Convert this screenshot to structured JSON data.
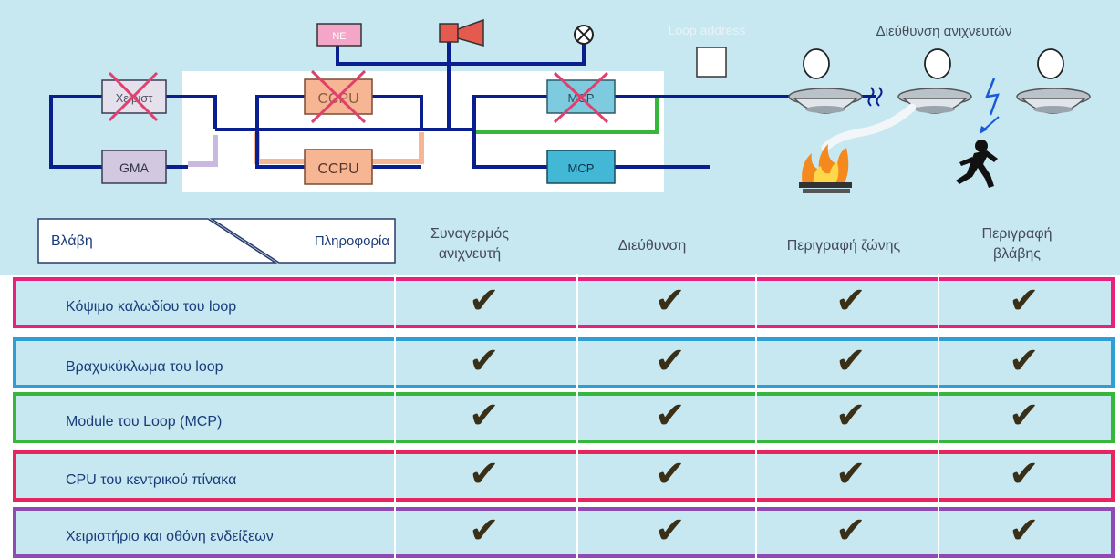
{
  "diagram": {
    "labels": {
      "manual_panel": "Χειριστ",
      "gma": "GMA",
      "ccpu_top": "CCPU",
      "ccpu_bottom": "CCPU",
      "mcp_top": "MCP",
      "mcp_bottom": "MCP",
      "ne_box": "NE",
      "loop_address": "Loop address",
      "detector_address": "Διεύθυνση ανιχνευτών"
    },
    "colors": {
      "line": "#0a1f8f",
      "background": "#c7e8f1",
      "cross": "#e0406e",
      "green": "#36b63a",
      "ccpu_fill": "#f7b693",
      "gma_fill": "#d2c8e0",
      "mcp_fill": "#43b8d6"
    }
  },
  "table": {
    "corner": {
      "left": "Βλάβη",
      "right": "Πληροφορία"
    },
    "columns": [
      "Συναγερμός ανιχνευτή",
      "Διεύθυνση",
      "Περιγραφή ζώνης",
      "Περιγραφή βλάβης"
    ],
    "rows": [
      {
        "label": "Κόψιμο καλωδίου του loop",
        "border": "#e8207e",
        "checks": [
          "✔",
          "✔",
          "✔",
          "✔"
        ]
      },
      {
        "label": "Βραχυκύκλωμα του loop",
        "border": "#2d9fd6",
        "checks": [
          "✔",
          "✔",
          "✔",
          "✔"
        ]
      },
      {
        "label": "Module του Loop (MCP)",
        "border": "#36b63a",
        "checks": [
          "✔",
          "✔",
          "✔",
          "✔"
        ]
      },
      {
        "label": "CPU του κεντρικού πίνακα",
        "border": "#e8245e",
        "checks": [
          "✔",
          "✔",
          "✔",
          "✔"
        ]
      },
      {
        "label": "Χειριστήριο και οθόνη ενδείξεων",
        "border": "#8d4bb3",
        "checks": [
          "✔",
          "✔",
          "✔",
          "✔"
        ]
      }
    ]
  }
}
